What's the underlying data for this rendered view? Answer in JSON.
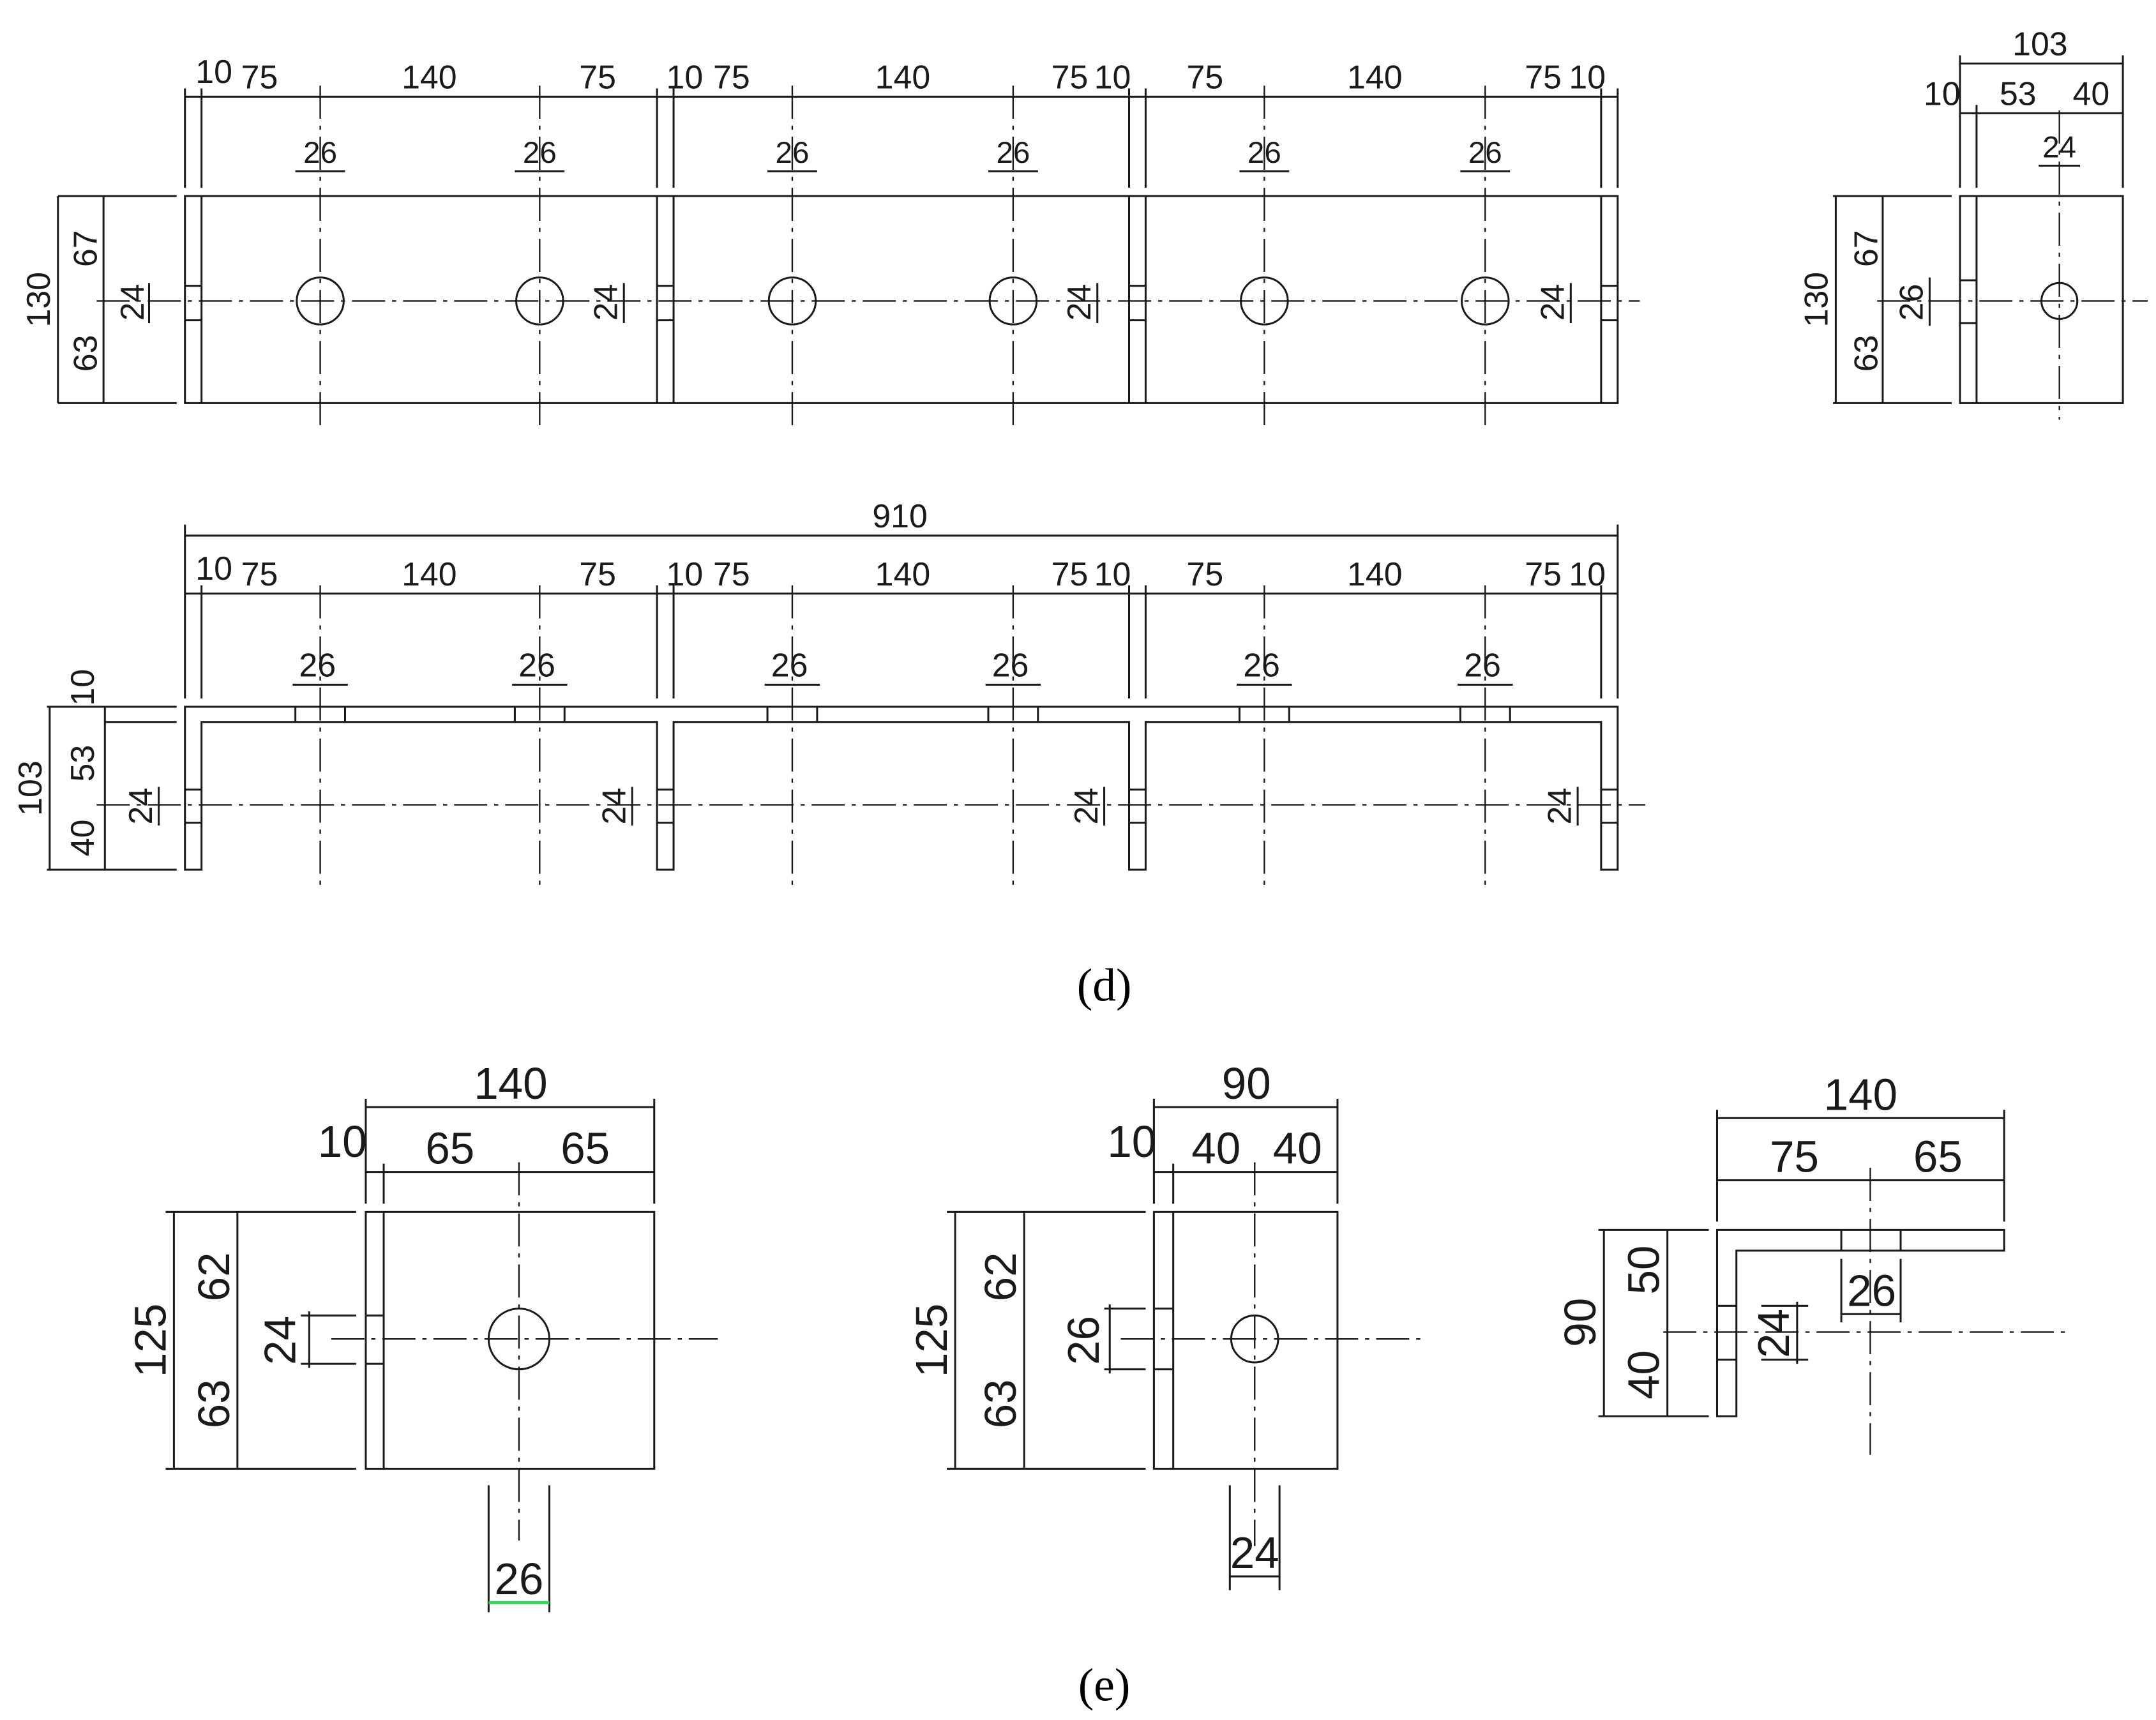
{
  "figure_d": {
    "caption": "(d)",
    "elevation_top_labels": [
      "10",
      "75",
      "140",
      "75",
      "10",
      "75",
      "140",
      "75",
      "10",
      "75",
      "140",
      "75",
      "10"
    ],
    "elevation_hole_labels": [
      "26",
      "26",
      "26",
      "26",
      "26",
      "26"
    ],
    "elevation_height_total": "130",
    "elevation_height_upper": "67",
    "elevation_height_lower": "63",
    "elevation_side_hole_labels": [
      "24",
      "24",
      "24",
      "24"
    ],
    "side_view_total": "103",
    "side_view_parts": [
      "10",
      "53",
      "40"
    ],
    "side_view_hole": "24",
    "side_view_height_total": "130",
    "side_view_height_upper": "67",
    "side_view_height_lower": "63",
    "side_view_left_hole": "26",
    "plan_total": "910",
    "plan_top_labels": [
      "10",
      "75",
      "140",
      "75",
      "10",
      "75",
      "140",
      "75",
      "10",
      "75",
      "140",
      "75",
      "10"
    ],
    "plan_hole_labels": [
      "26",
      "26",
      "26",
      "26",
      "26",
      "26"
    ],
    "plan_height_total": "103",
    "plan_height_parts": [
      "10",
      "53",
      "40"
    ],
    "plan_side_hole_labels": [
      "24",
      "24",
      "24",
      "24"
    ]
  },
  "figure_e": {
    "caption": "(e)",
    "view1": {
      "total": "140",
      "web": "10",
      "left": "65",
      "right": "65",
      "height": "125",
      "upper": "62",
      "lower": "63",
      "side_hole": "24",
      "bottom_hole": "26"
    },
    "view2": {
      "total": "90",
      "web": "10",
      "left": "40",
      "right": "40",
      "height": "125",
      "upper": "62",
      "lower": "63",
      "side_hole": "26",
      "bottom_hole": "24"
    },
    "view3": {
      "total": "140",
      "left": "75",
      "right": "65",
      "height": "90",
      "upper": "50",
      "lower": "40",
      "flange_hole": "26",
      "side_hole": "24"
    }
  }
}
